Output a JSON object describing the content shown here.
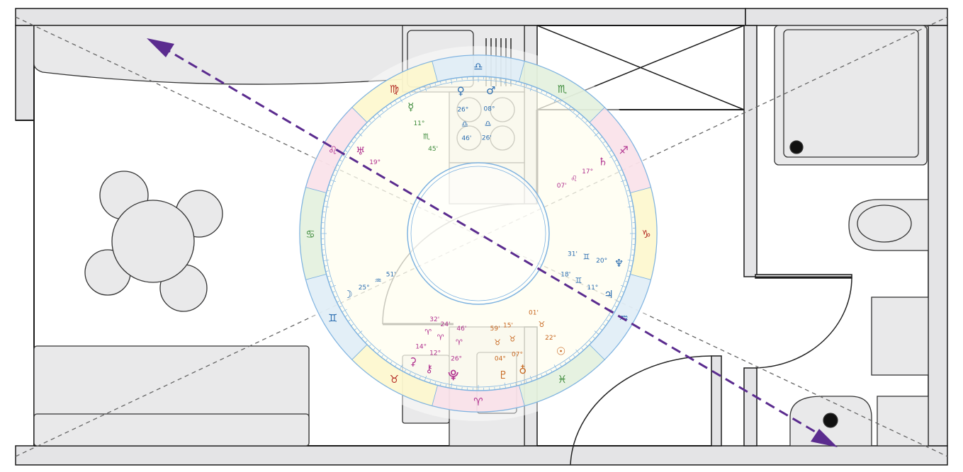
{
  "colors": {
    "wall": "#e4e4e6",
    "wall_line": "#1a1a1a",
    "furniture_fill": "#e9e9ea",
    "furniture_line": "#333333",
    "grid_line": "#666666",
    "arrow": "#5b2c8f",
    "chart_fill": "#fffde9",
    "chart_ring_line": "#7fb3e0",
    "element_fire": "#f9dde9",
    "element_earth": "#fdf6c9",
    "element_air": "#dcebf8",
    "element_water": "#e0efdc",
    "sign_green": "#3c8a3a",
    "sign_blue": "#2b6db0",
    "sign_red": "#b53028",
    "sign_magenta": "#b0308e",
    "sign_orange": "#c7661e",
    "sign_teal": "#2a7f99"
  },
  "zodiac_ring": [
    {
      "sign": "Libra",
      "glyph": "♎",
      "element": "air"
    },
    {
      "sign": "Virgo",
      "glyph": "♍",
      "element": "earth"
    },
    {
      "sign": "Leo",
      "glyph": "♌",
      "element": "fire"
    },
    {
      "sign": "Cancer",
      "glyph": "♋",
      "element": "water"
    },
    {
      "sign": "Gemini",
      "glyph": "♊",
      "element": "air"
    },
    {
      "sign": "Taurus",
      "glyph": "♉",
      "element": "earth"
    },
    {
      "sign": "Aries",
      "glyph": "♈",
      "element": "fire"
    },
    {
      "sign": "Pisces",
      "glyph": "♓",
      "element": "water"
    },
    {
      "sign": "Aquarius",
      "glyph": "♒",
      "element": "air"
    },
    {
      "sign": "Capricorn",
      "glyph": "♑",
      "element": "earth"
    },
    {
      "sign": "Sagittarius",
      "glyph": "♐",
      "element": "fire"
    },
    {
      "sign": "Scorpio",
      "glyph": "♏",
      "element": "water"
    }
  ],
  "planets": [
    {
      "glyph": "♀",
      "degree": "26°",
      "minutes": "46'",
      "sign": "♎",
      "color": "#2b6db0"
    },
    {
      "glyph": "♂",
      "degree": "08°",
      "minutes": "26'",
      "sign": "♎",
      "color": "#2b6db0"
    },
    {
      "glyph": "☿",
      "degree": "11°",
      "minutes": "45'",
      "sign": "♏",
      "color": "#3c8a3a"
    },
    {
      "glyph": "♅",
      "degree": "19°",
      "minutes": "",
      "sign": "",
      "color": "#b0308e"
    },
    {
      "glyph": "♄",
      "degree": "17°",
      "minutes": "07'",
      "sign": "♌",
      "color": "#b0308e"
    },
    {
      "glyph": "♆",
      "degree": "20°",
      "minutes": "31'",
      "sign": "♊",
      "color": "#2b6db0"
    },
    {
      "glyph": "♃",
      "degree": "11°",
      "minutes": "18'",
      "sign": "♊",
      "color": "#2b6db0"
    },
    {
      "glyph": "☉",
      "degree": "22°",
      "minutes": "01'",
      "sign": "♉",
      "color": "#c7661e"
    },
    {
      "glyph": "☽",
      "degree": "25°",
      "minutes": "51'",
      "sign": "♒",
      "color": "#2b6db0"
    },
    {
      "glyph": "⚷",
      "degree": "12°",
      "minutes": "24'",
      "sign": "♈",
      "color": "#b0308e"
    },
    {
      "glyph": "⚳",
      "degree": "14°",
      "minutes": "32'",
      "sign": "♈",
      "color": "#b0308e"
    },
    {
      "glyph": "⯓",
      "degree": "26°",
      "minutes": "46'",
      "sign": "♈",
      "color": "#b0308e"
    },
    {
      "glyph": "♇",
      "degree": "04°",
      "minutes": "59'",
      "sign": "♉",
      "color": "#c7661e"
    },
    {
      "glyph": "♁",
      "degree": "07°",
      "minutes": "15'",
      "sign": "♉",
      "color": "#c7661e"
    }
  ]
}
